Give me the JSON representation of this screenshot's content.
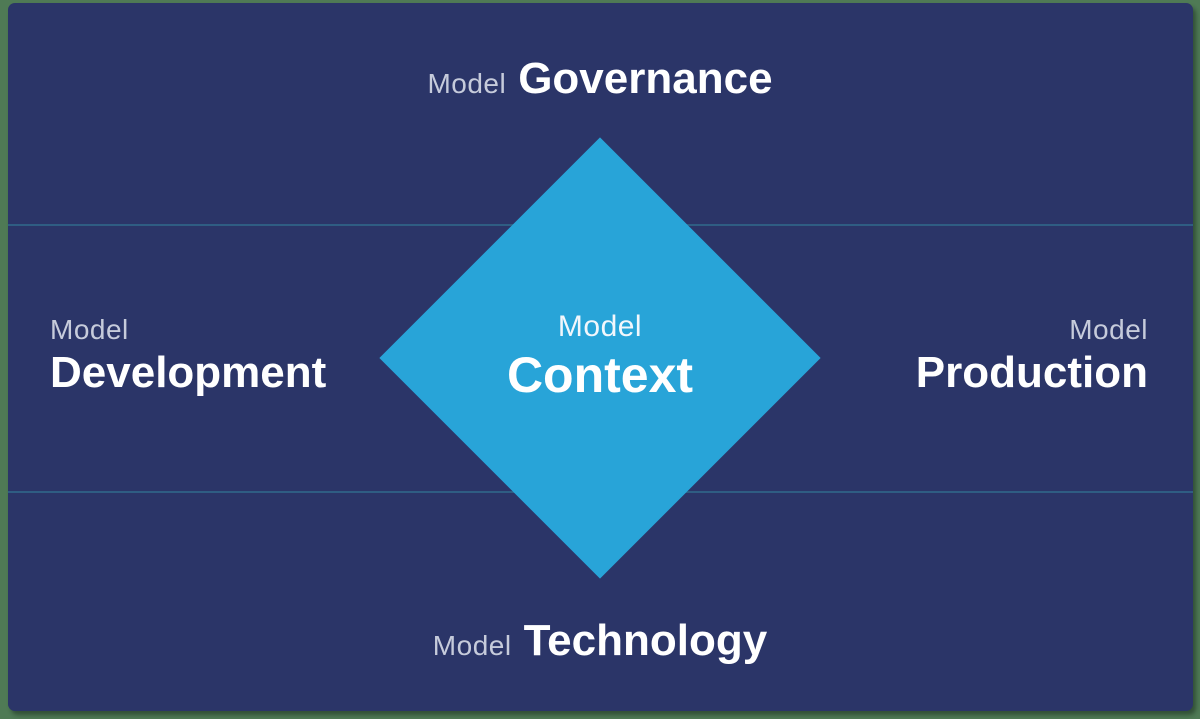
{
  "canvas": {
    "background": "#2b3568",
    "frame_color": "#4f7a55",
    "divider_color": "#2f5d83",
    "diamond_color": "#28a4d8",
    "prefix_color": "#c6cbdb",
    "center_prefix_color": "#f2f7fc",
    "main_color": "#ffffff"
  },
  "labels": {
    "top": {
      "prefix": "Model",
      "main": "Governance"
    },
    "left": {
      "prefix": "Model",
      "main": "Development"
    },
    "center": {
      "prefix": "Model",
      "main": "Context"
    },
    "right": {
      "prefix": "Model",
      "main": "Production"
    },
    "bottom": {
      "prefix": "Model",
      "main": "Technology"
    }
  }
}
